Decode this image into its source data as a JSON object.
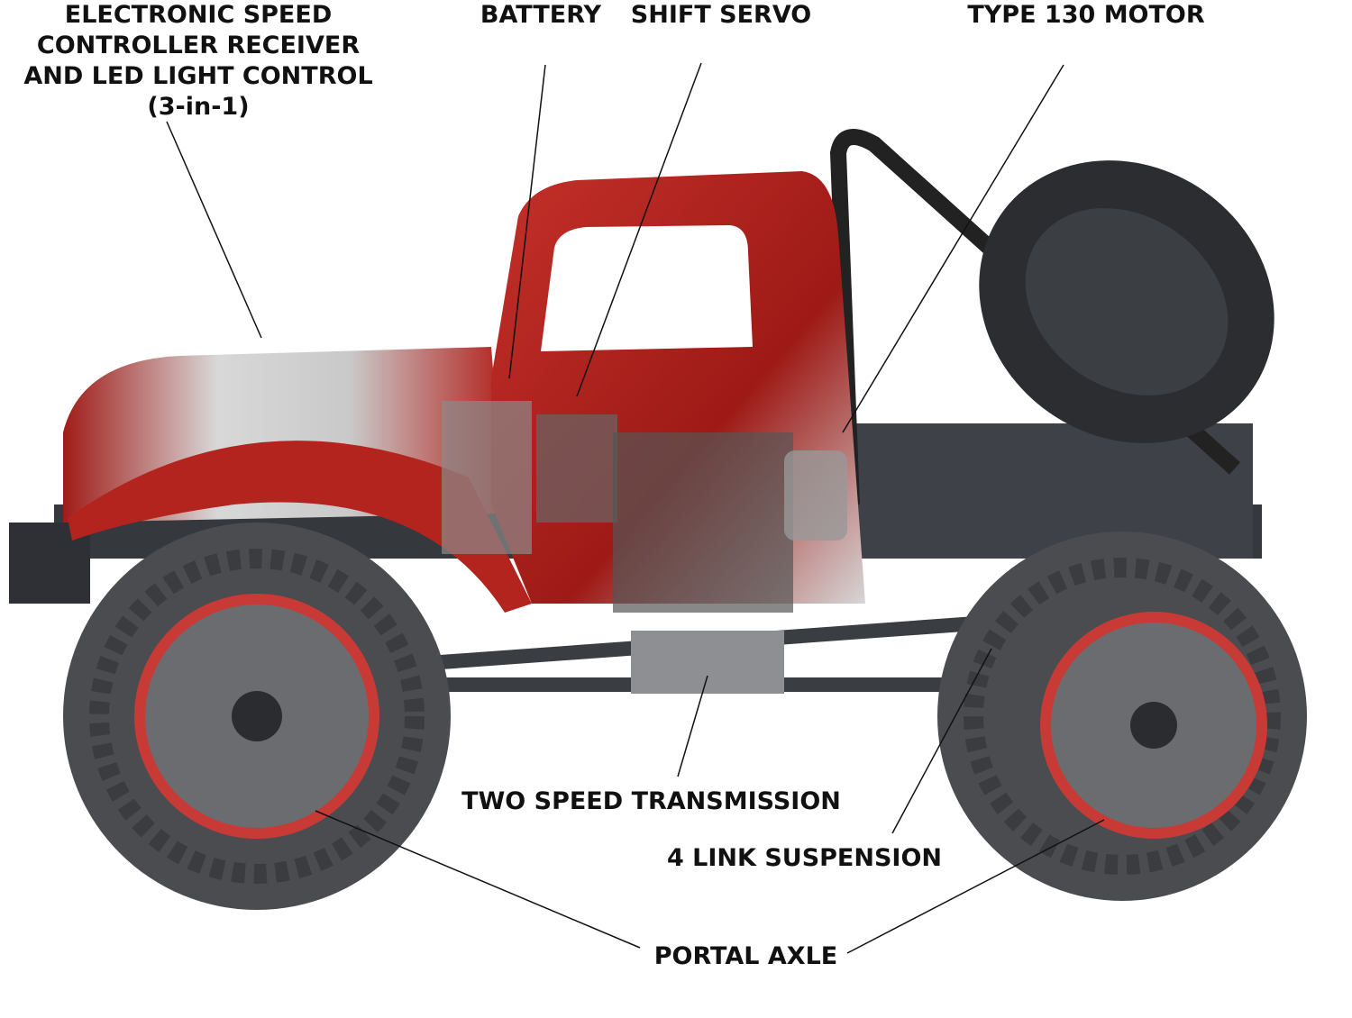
{
  "labels": {
    "esc": [
      "ELECTRONIC SPEED",
      "CONTROLLER RECEIVER",
      "AND LED LIGHT CONTROL",
      "(3-in-1)"
    ],
    "battery": "BATTERY",
    "shift_servo": "SHIFT SERVO",
    "motor": "TYPE 130 MOTOR",
    "transmission": "TWO SPEED TRANSMISSION",
    "suspension": "4 LINK SUSPENSION",
    "portal_axle": "PORTAL AXLE"
  },
  "colors": {
    "body": "#b3241f",
    "frame": "#3a3d42",
    "tire": "#4a4c50",
    "rim": "#c83a36"
  }
}
